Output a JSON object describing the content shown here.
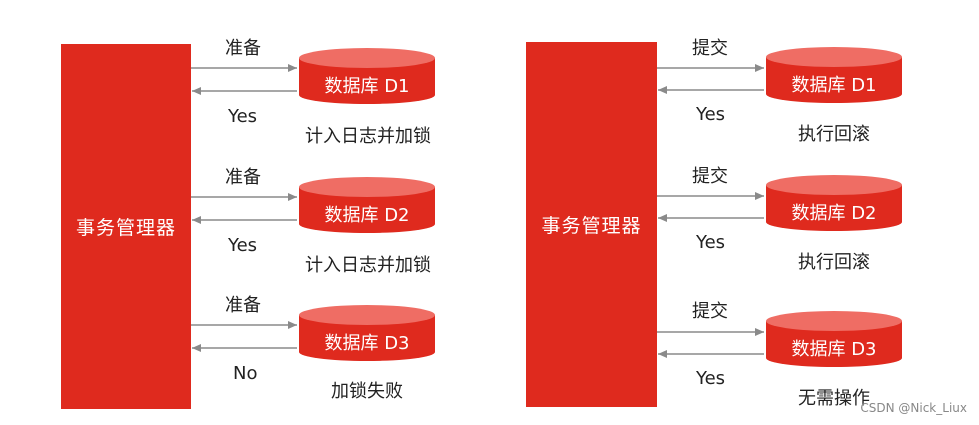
{
  "left_panel": {
    "manager_label": "事务管理器",
    "rows": [
      {
        "request": "准备",
        "response": "Yes",
        "db_label": "数据库 D1",
        "status": "计入日志并加锁"
      },
      {
        "request": "准备",
        "response": "Yes",
        "db_label": "数据库 D2",
        "status": "计入日志并加锁"
      },
      {
        "request": "准备",
        "response": "No",
        "db_label": "数据库 D3",
        "status": "加锁失败"
      }
    ]
  },
  "right_panel": {
    "manager_label": "事务管理器",
    "rows": [
      {
        "request": "提交",
        "response": "Yes",
        "db_label": "数据库 D1",
        "status": "执行回滚"
      },
      {
        "request": "提交",
        "response": "Yes",
        "db_label": "数据库 D2",
        "status": "执行回滚"
      },
      {
        "request": "提交",
        "response": "Yes",
        "db_label": "数据库 D3",
        "status": "无需操作"
      }
    ]
  },
  "colors": {
    "primary": "#df2a1e",
    "db_top": "#ef6d64",
    "arrow": "#8a8a8a"
  },
  "watermark": "CSDN @Nick_Liux"
}
